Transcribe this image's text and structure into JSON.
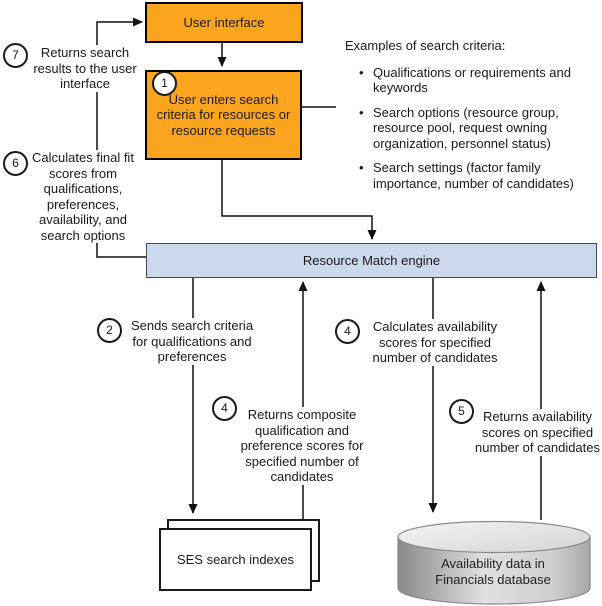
{
  "diagram": {
    "nodes": {
      "user_interface": {
        "label": "User interface"
      },
      "search_criteria": {
        "label": "User enters search criteria for resources or resource requests",
        "badge": "1"
      },
      "resource_match": {
        "label": "Resource Match engine"
      },
      "ses_indexes": {
        "label": "SES search indexes"
      },
      "availability_db": {
        "label": "Availability data in Financials database"
      }
    },
    "examples": {
      "title": "Examples of search criteria:",
      "items": [
        "Qualifications or requirements and keywords",
        "Search options (resource group, resource pool, request owning organization, personnel status)",
        "Search settings (factor family importance, number of candidates)"
      ]
    },
    "steps": {
      "s7": {
        "num": "7",
        "text": "Returns search results to the user interface"
      },
      "s6": {
        "num": "6",
        "text": "Calculates final fit scores from qualifications, preferences, availability, and search options"
      },
      "s2": {
        "num": "2",
        "text": "Sends search criteria for qualifications and preferences"
      },
      "s4a": {
        "num": "4",
        "text": "Calculates availability scores for specified number of candidates"
      },
      "s4b": {
        "num": "4",
        "text": "Returns composite qualification and preference scores for specified number of candidates"
      },
      "s5": {
        "num": "5",
        "text": "Returns availability scores on specified number of candidates"
      }
    },
    "colors": {
      "node_orange": "#FBA51E",
      "engine_blue": "#CCD9EC",
      "cylinder_gray": "#C4C4C4",
      "line_black": "#111111"
    }
  }
}
